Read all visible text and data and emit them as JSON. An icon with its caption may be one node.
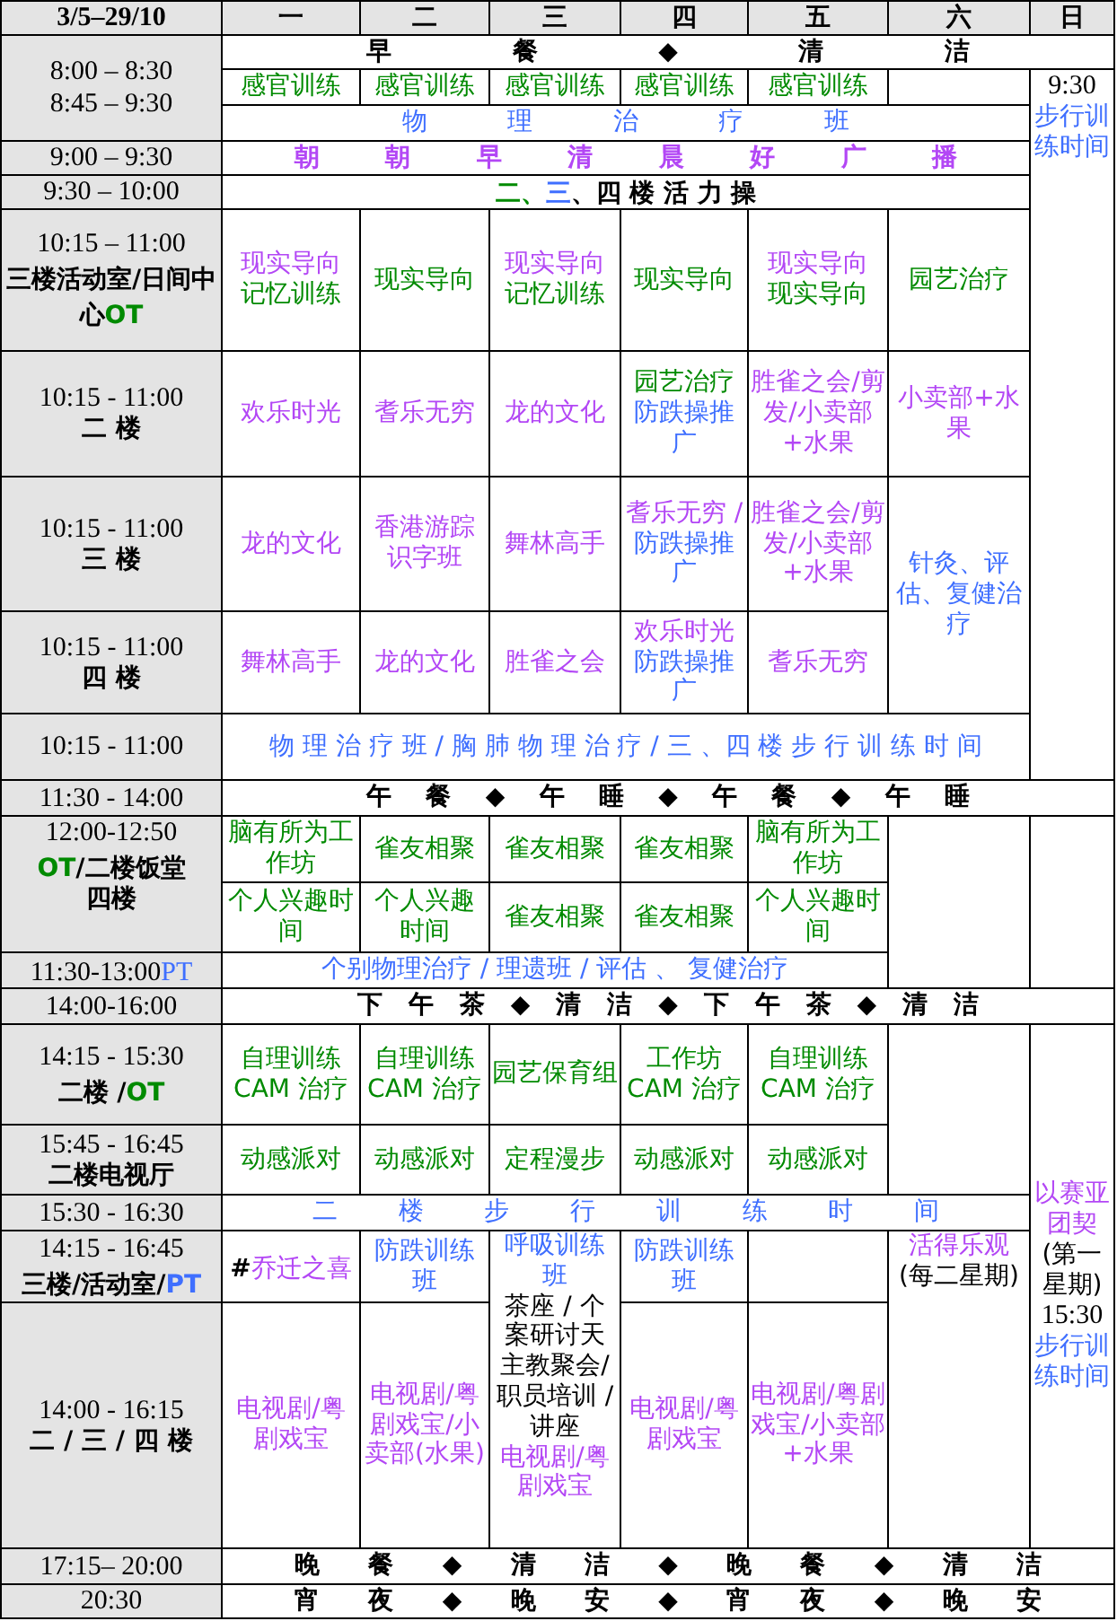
{
  "diagram": {
    "labels": [
      "3/5–29/10",
      "一",
      "二",
      "三",
      "四",
      "五",
      "六",
      "日",
      "8:00 – 8:30",
      "8:45 – 9:30",
      "早 餐 ◆ 清 洁",
      "感官训练",
      "感官训练",
      "感官训练",
      "感官训练",
      "感官训练",
      "9:30",
      "步行训练时间",
      "物 理 治 疗 班",
      "9:00 – 9:30",
      "朝 朝 早 清 晨 好 广 播",
      "9:30 – 10:00",
      "二、",
      "三",
      "、四 楼 活 力 操",
      "10:15 – 11:00",
      "三楼活动室/日间中心",
      "OT",
      "现实导向",
      "记忆训练",
      "现实导向",
      "现实导向",
      "记忆训练",
      "现实导向",
      "现实导向",
      "现实导向",
      "园艺治疗",
      "10:15 - 11:00",
      "二 楼",
      "欢乐时光",
      "耆乐无穷",
      "龙的文化",
      "园艺治疗",
      "防跌操推广",
      "胜雀之会/剪发/小卖部+水果",
      "小卖部+水果",
      "10:15 - 11:00",
      "三 楼",
      "龙的文化",
      "香港游踪识字班",
      "舞林高手",
      "耆乐无穷 /",
      "防跌操推广",
      "胜雀之会/剪发/小卖部+水果",
      "针灸、评估、复健治疗",
      "10:15 - 11:00",
      "四 楼",
      "舞林高手",
      "龙的文化",
      "胜雀之会",
      "欢乐时光",
      "防跌操推广",
      "耆乐无穷",
      "10:15 - 11:00",
      "物 理 治 疗 班 / 胸 肺 物 理 治 疗 / 三 、四 楼 步 行 训 练 时 间",
      "11:30 - 14:00",
      "午 餐 ◆ 午 睡 ◆ 午 餐 ◆ 午 睡",
      "12:00-12:50",
      "OT",
      "/二楼饭堂",
      "四楼",
      "脑有所为工作坊",
      "雀友相聚",
      "雀友相聚",
      "雀友相聚",
      "脑有所为工作坊",
      "个人兴趣时间",
      "个人兴趣时间",
      "雀友相聚",
      "雀友相聚",
      "个人兴趣时间",
      "11:30-13:00",
      "PT",
      "个别物理治疗 / 理遗班 / 评估 、 复健治疗",
      "14:00-16:00",
      "下 午 茶 ◆ 清 洁 ◆ 下 午 茶 ◆ 清 洁",
      "14:15 - 15:30",
      "二楼 /",
      "OT",
      "自理训练 CAM 治疗",
      "自理训练 CAM 治疗",
      "园艺保育组",
      "工作坊 CAM 治疗",
      "自理训练 CAM 治疗",
      "以赛亚团契",
      "(第一星期)",
      "15:30",
      "步行训练时间",
      "15:45 - 16:45",
      "二楼电视厅",
      "动感派对",
      "动感派对",
      "定程漫步",
      "动感派对",
      "动感派对",
      "15:30 - 16:30",
      "二 楼 步 行 训 练 时 间",
      "14:15 - 16:45",
      "三楼/活动室/",
      "PT",
      "#",
      "乔迁之喜",
      "防跌训练班",
      "呼吸训练班",
      "茶座 / 个案研讨天主教聚会/职员培训 / 讲座",
      "电视剧/粤剧戏宝",
      "防跌训练班",
      "活得乐观",
      "(每二星期)",
      "14:00 - 16:15",
      "二 / 三 / 四 楼",
      "电视剧/粤剧戏宝",
      "电视剧/粤剧戏宝/小卖部(水果)",
      "电视剧/粤剧戏宝",
      "电视剧/粤剧戏宝/小卖部+水果",
      "17:15– 20:00",
      "晚 餐 ◆ 清 洁 ◆ 晚 餐 ◆ 清 洁",
      "20:30",
      "宵 夜 ◆ 晚 安 ◆ 宵 夜 ◆ 晚 安"
    ]
  }
}
